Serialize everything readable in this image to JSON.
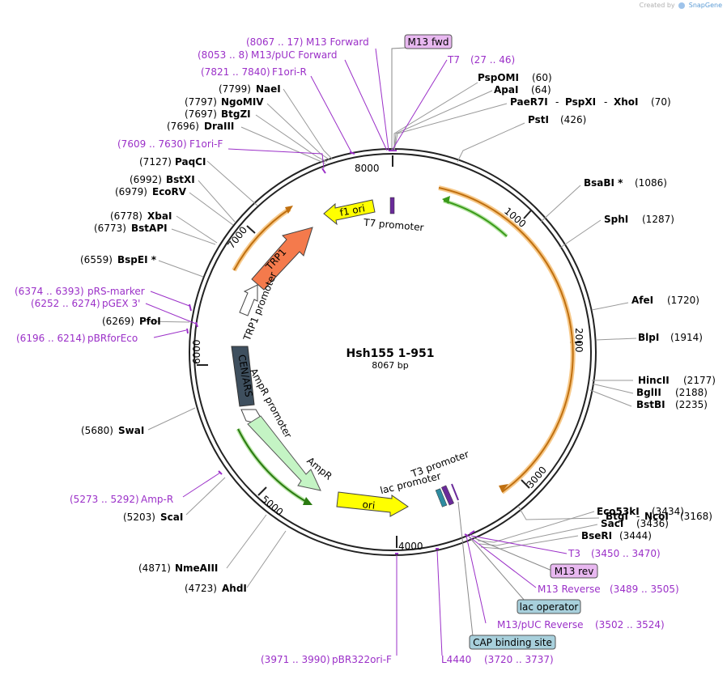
{
  "watermark": {
    "created_by": "Created by",
    "brand": "SnapGene"
  },
  "plasmid": {
    "name": "Hsh155 1-951",
    "length_label": "8067 bp"
  },
  "ticks": [
    "1000",
    "2000",
    "3000",
    "4000",
    "5000",
    "6000",
    "7000",
    "8000"
  ],
  "enzymes_right": [
    {
      "name": "PspOMI",
      "coord": "(60)"
    },
    {
      "name": "ApaI",
      "coord": "(64)"
    },
    {
      "name": "PaeR7I",
      "name2": "PspXI",
      "name3": "XhoI",
      "coord": "(70)"
    },
    {
      "name": "PstI",
      "coord": "(426)"
    },
    {
      "name": "BsaBI *",
      "coord": "(1086)"
    },
    {
      "name": "SphI",
      "coord": "(1287)"
    },
    {
      "name": "AfeI",
      "coord": "(1720)"
    },
    {
      "name": "BlpI",
      "coord": "(1914)"
    },
    {
      "name": "HincII",
      "coord": "(2177)"
    },
    {
      "name": "BglII",
      "coord": "(2188)"
    },
    {
      "name": "BstBI",
      "coord": "(2235)"
    },
    {
      "name": "BtgI",
      "name2": "NcoI",
      "coord": "(3168)"
    },
    {
      "name": "Eco53kI",
      "coord": "(3434)"
    },
    {
      "name": "SacI",
      "coord": "(3436)"
    },
    {
      "name": "BseRI",
      "coord": "(3444)"
    }
  ],
  "enzymes_left": [
    {
      "name": "NaeI",
      "coord": "(7799)"
    },
    {
      "name": "NgoMIV",
      "coord": "(7797)"
    },
    {
      "name": "BtgZI",
      "coord": "(7697)"
    },
    {
      "name": "DraIII",
      "coord": "(7696)"
    },
    {
      "name": "PaqCI",
      "coord": "(7127)"
    },
    {
      "name": "BstXI",
      "coord": "(6992)"
    },
    {
      "name": "EcoRV",
      "coord": "(6979)"
    },
    {
      "name": "XbaI",
      "coord": "(6778)"
    },
    {
      "name": "BstAPI",
      "coord": "(6773)"
    },
    {
      "name": "BspEI *",
      "coord": "(6559)"
    },
    {
      "name": "PfoI",
      "coord": "(6269)"
    },
    {
      "name": "SwaI",
      "coord": "(5680)"
    },
    {
      "name": "ScaI",
      "coord": "(5203)"
    },
    {
      "name": "NmeAIII",
      "coord": "(4871)"
    },
    {
      "name": "AhdI",
      "coord": "(4723)"
    }
  ],
  "primers": [
    {
      "name": "M13 Forward",
      "coord": "(8067 .. 17)"
    },
    {
      "name": "M13/pUC Forward",
      "coord": "(8053 .. 8)"
    },
    {
      "name": "F1ori-R",
      "coord": "(7821 .. 7840)"
    },
    {
      "name": "F1ori-F",
      "coord": "(7609 .. 7630)"
    },
    {
      "name": "pRS-marker",
      "coord": "(6374 .. 6393)"
    },
    {
      "name": "pGEX 3'",
      "coord": "(6252 .. 6274)"
    },
    {
      "name": "pBRforEco",
      "coord": "(6196 .. 6214)"
    },
    {
      "name": "Amp-R",
      "coord": "(5273 .. 5292)"
    },
    {
      "name": "pBR322ori-F",
      "coord": "(3971 .. 3990)"
    },
    {
      "name": "L4440",
      "coord": "(3720 .. 3737)"
    },
    {
      "name": "T7",
      "coord": "(27 .. 46)"
    },
    {
      "name": "T3",
      "coord": "(3450 .. 3470)"
    },
    {
      "name": "M13 Reverse",
      "coord": "(3489 .. 3505)"
    },
    {
      "name": "M13/pUC Reverse",
      "coord": "(3502 .. 3524)"
    }
  ],
  "boxed_labels": {
    "m13_fwd": "M13 fwd",
    "m13_rev": "M13 rev",
    "lac_operator": "lac operator",
    "cap_site": "CAP binding site"
  },
  "features": {
    "f1_ori": "f1 ori",
    "t7_promoter": "T7 promoter",
    "trp1": "TRP1",
    "trp1_promoter": "TRP1 promoter",
    "cen_ars": "CEN/ARS",
    "ampr_promoter": "AmpR promoter",
    "ampr": "AmpR",
    "ori": "ori",
    "t3_promoter": "T3 promoter",
    "lac_promoter": "lac promoter"
  },
  "colors": {
    "primer": "#9b30c8",
    "orange_orf": "#e8a030",
    "green_orf": "#3a9a1a",
    "f1_ori": "#ffff00",
    "trp1": "#f47a4c",
    "cen_ars": "#3e4f5e",
    "ampr": "#c4f4c4",
    "ori": "#ffff00",
    "boxed_primer": "#e8b8f0",
    "boxed_feature": "#a8d0dc"
  }
}
